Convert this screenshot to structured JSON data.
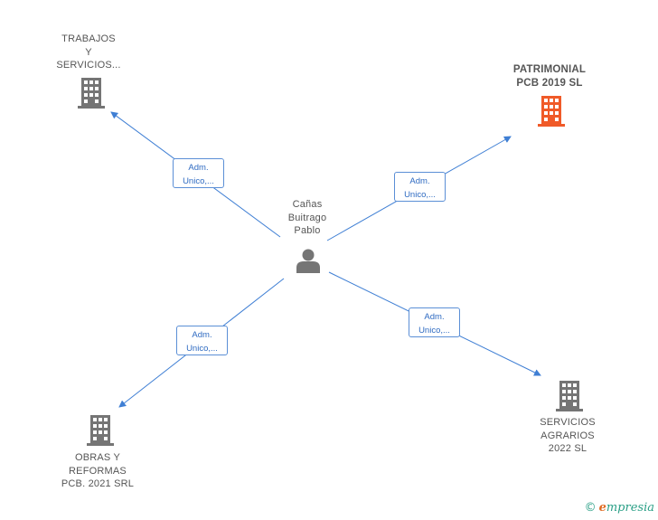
{
  "center": {
    "name": "Cañas\nBuitrago\nPablo",
    "icon": "person-icon"
  },
  "companies": [
    {
      "id": "trabajos",
      "name": "TRABAJOS\nY\nSERVICIOS...",
      "color": "#757575",
      "icon": "building-icon"
    },
    {
      "id": "patrimonial",
      "name": "PATRIMONIAL\nPCB 2019  SL",
      "color": "#f05a28",
      "icon": "building-icon"
    },
    {
      "id": "obras",
      "name": "OBRAS Y\nREFORMAS\nPCB. 2021 SRL",
      "color": "#757575",
      "icon": "building-icon"
    },
    {
      "id": "servicios",
      "name": "SERVICIOS\nAGRARIOS\n2022  SL",
      "color": "#757575",
      "icon": "building-icon"
    }
  ],
  "relations": [
    {
      "label": "Adm.\nUnico,..."
    },
    {
      "label": "Adm.\nUnico,..."
    },
    {
      "label": "Adm.\nUnico,..."
    },
    {
      "label": "Adm.\nUnico,..."
    }
  ],
  "colors": {
    "edge": "#3f7fd4",
    "rel_border": "#5b8fd6",
    "rel_text": "#2f6bc2"
  },
  "watermark": {
    "copyright": "©",
    "brand_initial": "e",
    "brand_rest": "mpresia"
  }
}
